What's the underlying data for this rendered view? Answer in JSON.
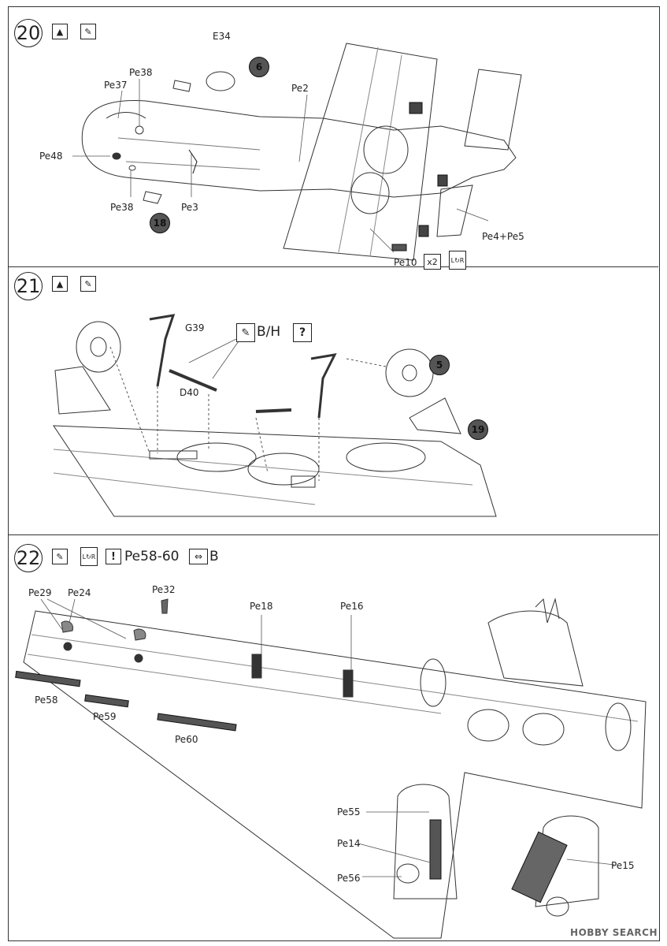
{
  "steps": {
    "s20": {
      "number": "20",
      "callouts": {
        "c1": "6",
        "c2": "18"
      },
      "labels": {
        "E34": "E34",
        "Pe38a": "Pe38",
        "Pe37": "Pe37",
        "Pe2": "Pe2",
        "Pe48": "Pe48",
        "Pe38b": "Pe38",
        "Pe3": "Pe3",
        "Pe4Pe5": "Pe4+Pe5",
        "Pe10": "Pe10",
        "x2": "x2"
      }
    },
    "s21": {
      "number": "21",
      "callouts": {
        "c1": "5",
        "c2": "19"
      },
      "labels": {
        "G39": "G39",
        "D40": "D40",
        "paint": "B/H"
      },
      "question": "?"
    },
    "s22": {
      "number": "22",
      "instruction": "Pe58-60",
      "instruction_tail": "B",
      "labels": {
        "Pe29": "Pe29",
        "Pe24": "Pe24",
        "Pe32": "Pe32",
        "Pe18": "Pe18",
        "Pe16": "Pe16",
        "Pe58": "Pe58",
        "Pe59": "Pe59",
        "Pe60": "Pe60",
        "Pe55": "Pe55",
        "Pe14": "Pe14",
        "Pe56": "Pe56",
        "Pe15": "Pe15"
      }
    }
  },
  "watermark": "HOBBY SEARCH"
}
